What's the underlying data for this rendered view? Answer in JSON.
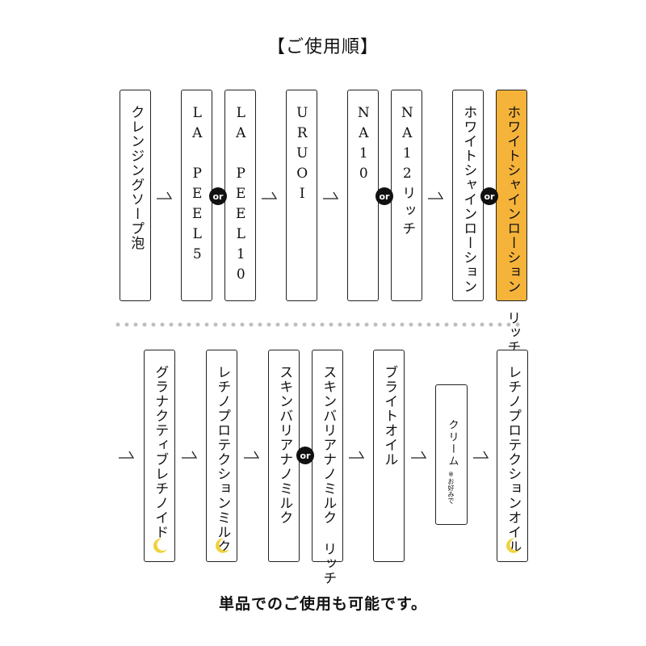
{
  "title": "【ご使用順】",
  "row1": [
    {
      "label": "クレンジングソープ泡"
    },
    {
      "label": "LA PEEL5",
      "latin": true
    },
    {
      "label": "LA PEEL10",
      "latin": true
    },
    {
      "label": "URUOI",
      "latin": true
    },
    {
      "label": "NA10",
      "latin": true
    },
    {
      "label": "NA12リッチ",
      "latin": true
    },
    {
      "label": "ホワイトシャインローション"
    },
    {
      "label": "ホワイトシャインローション リッチ",
      "highlight": true
    }
  ],
  "row2": [
    {
      "label": "グラナクティブレチノイド",
      "night": true
    },
    {
      "label": "レチノプロテクションミルク",
      "night": true
    },
    {
      "label": "スキンバリアナノミルク"
    },
    {
      "label": "スキンバリアナノミルク リッチ"
    },
    {
      "label": "ブライトオイル"
    },
    {
      "label": "クリーム",
      "note": "※お好みで"
    },
    {
      "label": "レチノプロテクションオイル",
      "night": true
    }
  ],
  "or_label": "or",
  "footer": "単品でのご使用も可能です。",
  "colors": {
    "highlight": "#f5b33a",
    "moon": "#f0d23a",
    "dots": "#bfbfbf"
  }
}
